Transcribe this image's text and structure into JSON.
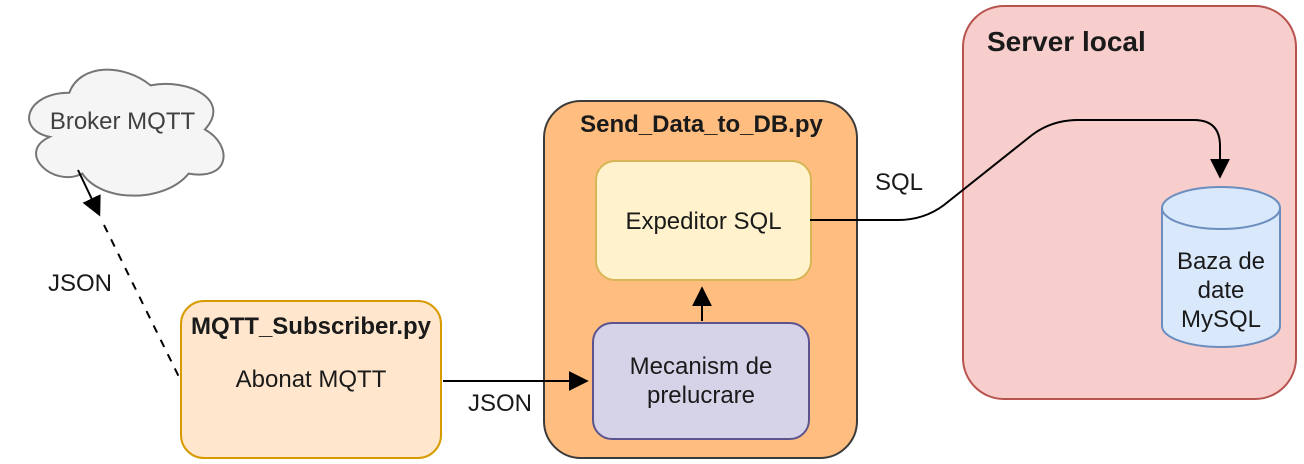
{
  "nodes": {
    "broker": {
      "label": "Broker MQTT"
    },
    "subscriber": {
      "title": "MQTT_Subscriber.py",
      "label": "Abonat MQTT"
    },
    "sender": {
      "title": "Send_Data_to_DB.py"
    },
    "expeditor": {
      "label": "Expeditor SQL"
    },
    "mecanism": {
      "label": "Mecanism de prelucrare"
    },
    "server": {
      "title": "Server local"
    },
    "database": {
      "label": "Baza de date MySQL"
    }
  },
  "edges": {
    "broker_to_subscriber": {
      "label": "JSON",
      "style": "solid-then-dashed"
    },
    "subscriber_to_mecanism": {
      "label": "JSON",
      "style": "solid"
    },
    "mecanism_to_expeditor": {
      "label": "",
      "style": "solid"
    },
    "expeditor_to_database": {
      "label": "SQL",
      "style": "solid"
    }
  },
  "colors": {
    "cloud_fill": "#f5f5f5",
    "cloud_stroke": "#757575",
    "subscriber_fill": "#ffe6cc",
    "subscriber_stroke": "#d79b00",
    "sender_fill": "#ffbd80",
    "sender_stroke": "#3b3b3b",
    "expeditor_fill": "#fff2cc",
    "expeditor_stroke": "#d6b656",
    "mecanism_fill": "#d6d3e8",
    "mecanism_stroke": "#5c548f",
    "server_fill": "#f8cecc",
    "server_stroke": "#b85450",
    "db_fill": "#dae8fc",
    "db_stroke": "#6c8ebf",
    "arrow": "#000000"
  }
}
